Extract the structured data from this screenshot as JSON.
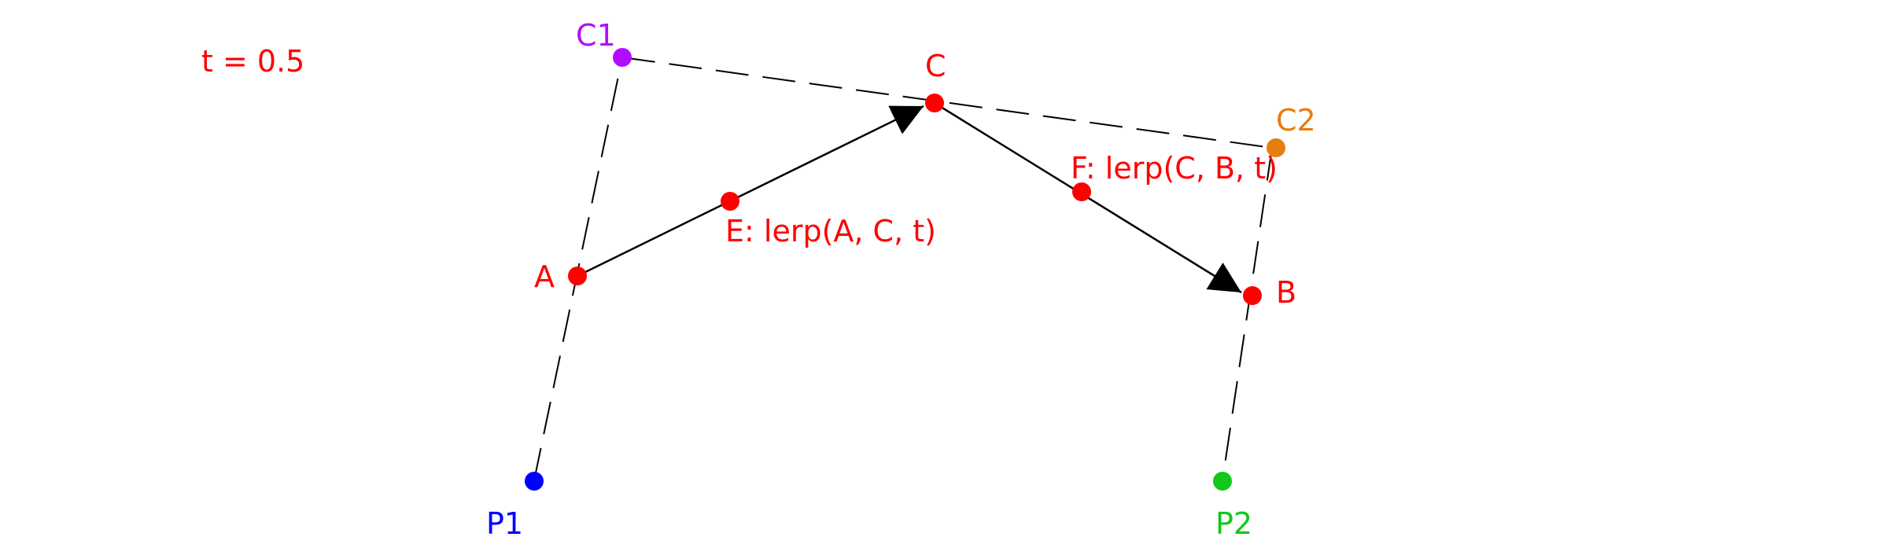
{
  "parameter_label": "t = 0.5",
  "colors": {
    "red": "#ff0000",
    "purple": "#b20dff",
    "orange": "#e67e0f",
    "blue": "#0000ff",
    "green": "#13c71c",
    "black": "#000000"
  },
  "points": {
    "c1": {
      "label": "C1",
      "color": "#b20dff"
    },
    "c2": {
      "label": "C2",
      "color": "#e67e0f"
    },
    "p1": {
      "label": "P1",
      "color": "#0000ff"
    },
    "p2": {
      "label": "P2",
      "color": "#13c71c"
    },
    "a": {
      "label": "A",
      "color": "#ff0000"
    },
    "b": {
      "label": "B",
      "color": "#ff0000"
    },
    "c": {
      "label": "C",
      "color": "#ff0000"
    },
    "e": {
      "label": "E: lerp(A, C, t)",
      "color": "#ff0000"
    },
    "f": {
      "label": "F: lerp(C, B, t)",
      "color": "#ff0000"
    }
  }
}
